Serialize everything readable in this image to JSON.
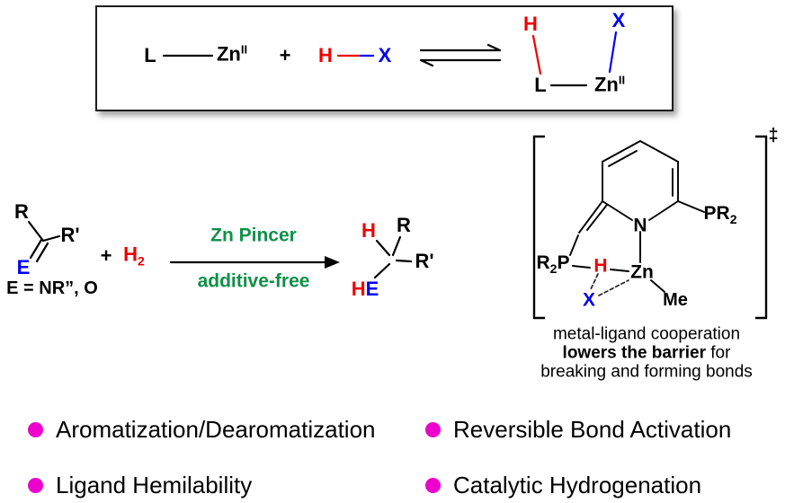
{
  "colors": {
    "red": "#ee0000",
    "blue": "#0000ee",
    "green": "#0f9048",
    "magenta": "#ee00cc"
  },
  "equilibrium_box": {
    "reactant_L": "L",
    "reactant_Zn": "Zn",
    "reactant_Zn_sup": "II",
    "plus": "+",
    "H": "H",
    "X": "X",
    "product_H": "H",
    "product_X": "X",
    "product_L": "L",
    "product_Zn": "Zn",
    "product_Zn_sup": "II"
  },
  "reaction": {
    "substituent_R": "R",
    "substituent_Rp": "R'",
    "substituent_E": "E",
    "e_definition": "E = NR”, O",
    "plus": "+",
    "h2_H": "H",
    "h2_sub": "2",
    "condition_top": "Zn Pincer",
    "condition_bottom": "additive-free",
    "product_H": "H",
    "product_R": "R",
    "product_Rp": "R'",
    "product_HE_H": "H",
    "product_HE_E": "E"
  },
  "transition_state": {
    "ddagger": "‡",
    "N": "N",
    "left_arm_R": "R",
    "left_arm_sub": "2",
    "left_arm_P": "P",
    "right_arm_P": "P",
    "right_arm_R": "R",
    "right_arm_sub": "2",
    "Zn": "Zn",
    "Me": "Me",
    "H": "H",
    "X": "X",
    "caption_line1": "metal-ligand cooperation",
    "caption_line2_bold": "lowers the barrier",
    "caption_line2_rest": " for",
    "caption_line3": "breaking and forming bonds"
  },
  "bullets": [
    {
      "label": "Aromatization/Dearomatization"
    },
    {
      "label": "Reversible Bond Activation"
    },
    {
      "label": "Ligand Hemilability"
    },
    {
      "label": "Catalytic Hydrogenation"
    }
  ]
}
